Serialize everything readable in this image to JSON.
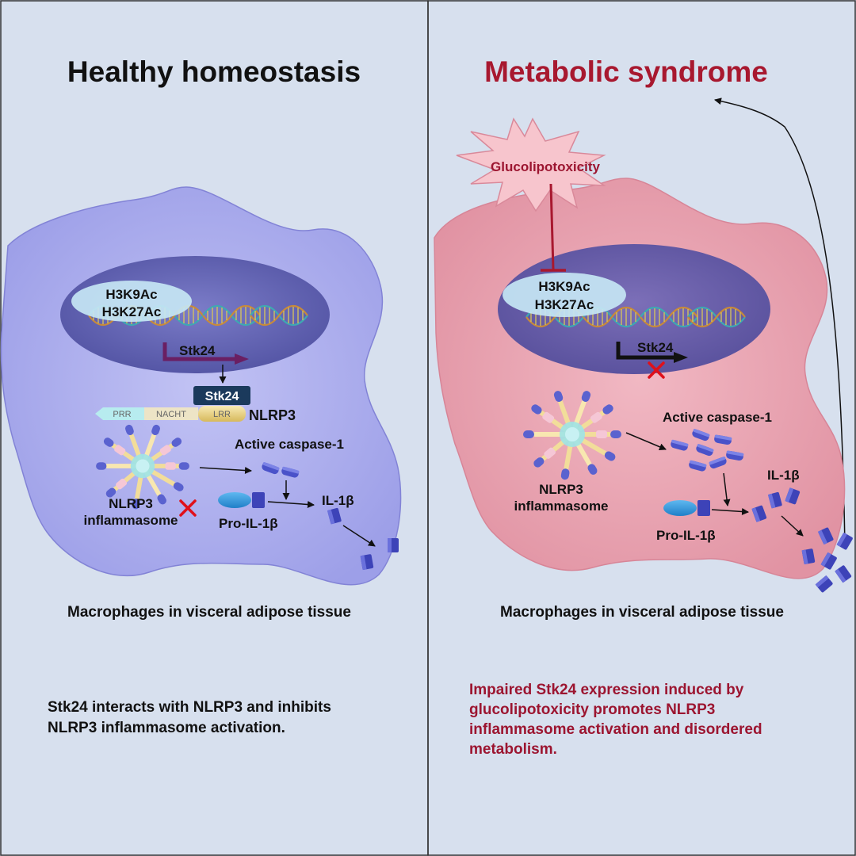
{
  "left": {
    "title": "Healthy homeostasis",
    "marks": [
      "H3K9Ac",
      "H3K27Ac"
    ],
    "gene": "Stk24",
    "protein": "Stk24",
    "domains": [
      "PRR",
      "NACHT",
      "LRR"
    ],
    "nlrp3": "NLRP3",
    "active_caspase": "Active caspase-1",
    "inflammasome": [
      "NLRP3",
      "inflammasome"
    ],
    "pro_il": "Pro-IL-1β",
    "il": "IL-1β",
    "caption": "Macrophages in visceral adipose tissue",
    "summary": [
      "Stk24 interacts with  NLRP3  and inhibits",
      "NLRP3 inflammasome activation."
    ]
  },
  "right": {
    "title": "Metabolic syndrome",
    "stress": "Glucolipotoxicity",
    "marks": [
      "H3K9Ac",
      "H3K27Ac"
    ],
    "gene": "Stk24",
    "active_caspase": "Active caspase-1",
    "inflammasome": [
      "NLRP3",
      "inflammasome"
    ],
    "pro_il": "Pro-IL-1β",
    "il": "IL-1β",
    "caption": "Macrophages in visceral adipose tissue",
    "summary": [
      "Impaired Stk24 expression induced by",
      "glucolipotoxicity  promotes NLRP3",
      "inflammasome activation and disordered",
      "metabolism."
    ]
  },
  "colors": {
    "bg": "#d7e0ee",
    "title_left": "#111111",
    "title_right": "#a8182f",
    "cell_left": "#a9aaee",
    "cell_right": "#e8a2b0",
    "inhibit": "#a8182f",
    "cross": "#e0101a"
  }
}
